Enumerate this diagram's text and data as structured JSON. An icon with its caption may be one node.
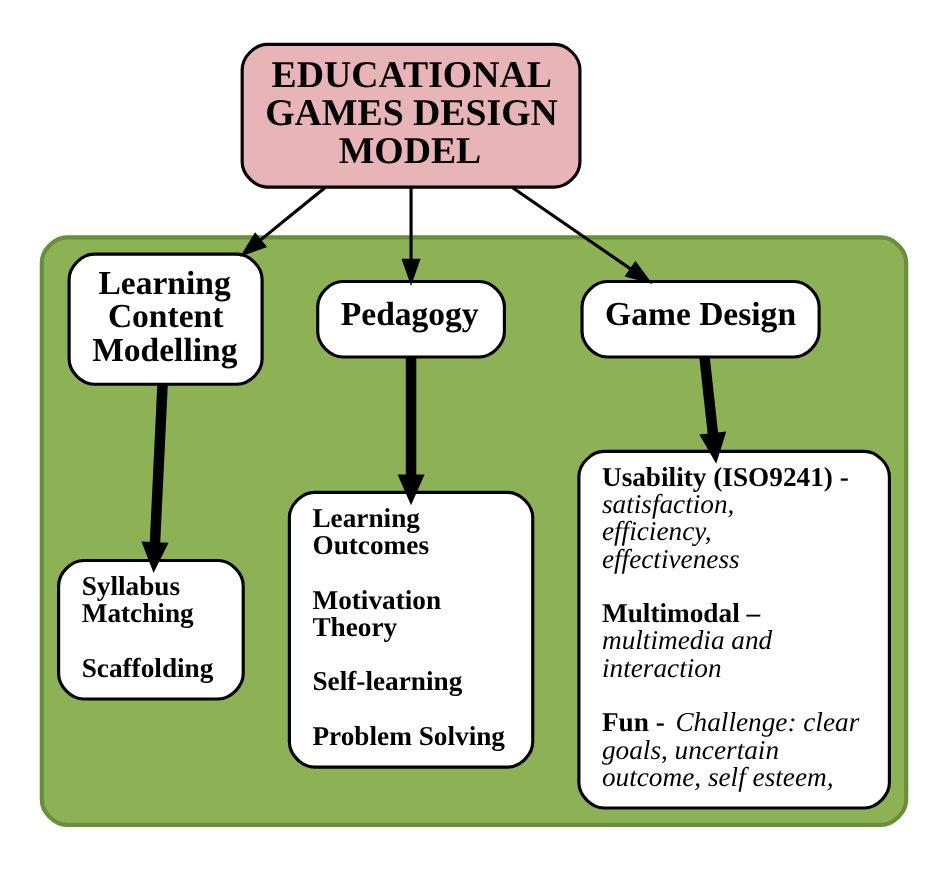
{
  "diagram": {
    "nodes": [
      {
        "text": [],
        "shape": "box"
      },
      {
        "text": [
          "EDUCATIONAL GAMES DESIGN MODEL"
        ]
      },
      {
        "text": [
          "Game Design"
        ],
        "in": 0
      },
      {
        "text": [
          "Pedagogy"
        ],
        "in": 0
      },
      {
        "text": [
          "Learning Content Modelling"
        ],
        "in": 0
      },
      {
        "text": [
          "**Usability (ISO9241) -** *satisfaction, efficiency, effectiveness*",
          "**Multimodal –** *multimedia and interaction*",
          "**Fun -** *Challenge: clear goals, uncertain outcome, self esteem,*"
        ],
        "in": 0
      },
      {
        "text": [
          "Learning Outcomes",
          "Motivation Theory",
          "Self-learning",
          "Problem Solving"
        ],
        "in": 0
      },
      {
        "text": [
          "Syllabus Matching",
          "Scaffolding"
        ],
        "in": 0
      }
    ],
    "edges": [
      {
        "from": 1,
        "to": 2,
        "arrow": "to"
      },
      {
        "from": 1,
        "to": 3,
        "arrow": "to"
      },
      {
        "from": 1,
        "to": 4,
        "arrow": "to"
      },
      {
        "from": 2,
        "to": 5,
        "arrow": "to",
        "style": "thick"
      },
      {
        "from": 3,
        "to": 6,
        "arrow": "to",
        "style": "thick"
      },
      {
        "from": 4,
        "to": 7,
        "arrow": "to",
        "style": "thick"
      }
    ]
  }
}
